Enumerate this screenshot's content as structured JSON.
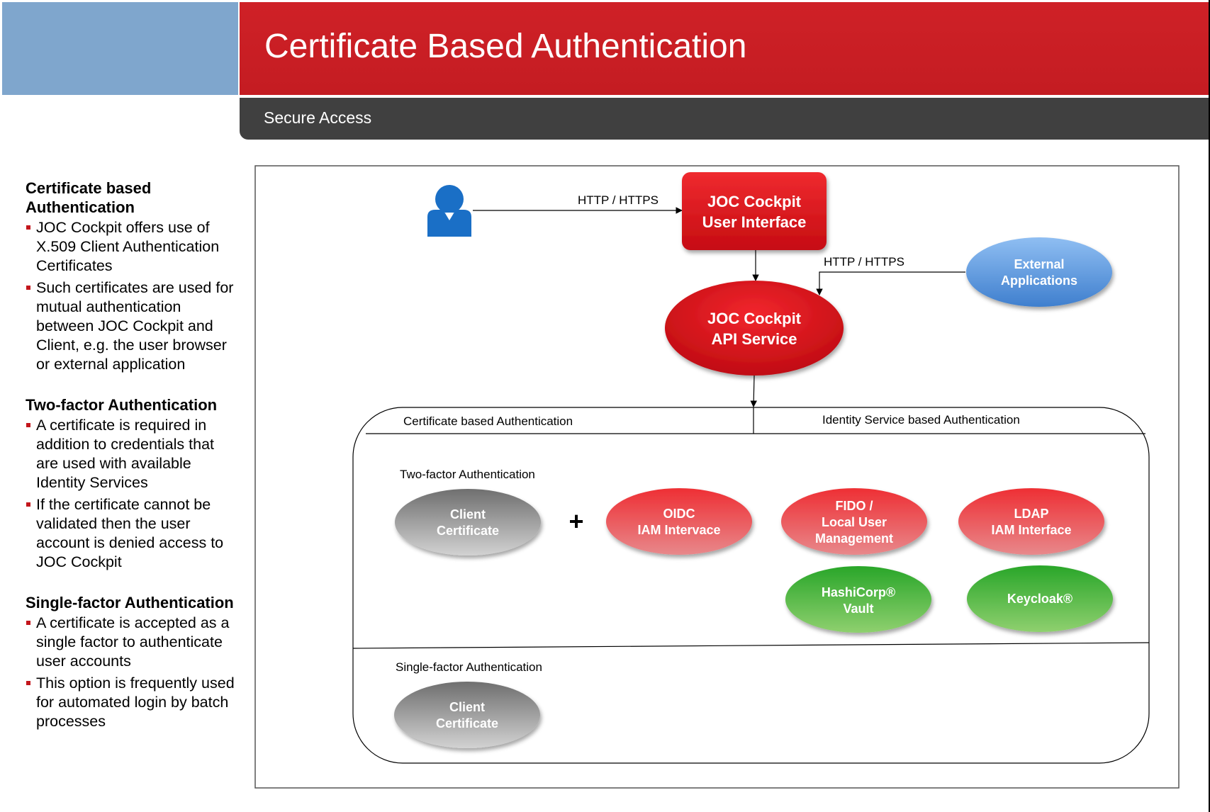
{
  "header": {
    "title": "Certificate Based Authentication",
    "subtitle": "Secure Access"
  },
  "sidebar": {
    "sections": [
      {
        "title_lines": [
          "Certificate based",
          "Authentication"
        ],
        "bullets": [
          [
            "JOC Cockpit offers use of",
            "X.509 Client Authentication",
            "Certificates"
          ],
          [
            "Such certificates are used for",
            "mutual authentication",
            "between JOC Cockpit and",
            "Client, e.g. the user browser",
            "or external application"
          ]
        ]
      },
      {
        "title_lines": [
          "Two-factor Authentication"
        ],
        "bullets": [
          [
            "A certificate is required in",
            "addition to credentials that",
            "are used with available",
            "Identity Services"
          ],
          [
            "If the certificate cannot be",
            "validated then the user",
            "account is denied access to",
            "JOC Cockpit"
          ]
        ]
      },
      {
        "title_lines": [
          "Single-factor Authentication"
        ],
        "bullets": [
          [
            "A certificate is accepted as a",
            "single factor to authenticate",
            "user accounts"
          ],
          [
            "This option is frequently used",
            "for automated login by batch",
            "processes"
          ]
        ]
      }
    ]
  },
  "diagram": {
    "user_icon": "user-icon",
    "edge_labels": {
      "user_to_ui": "HTTP / HTTPS",
      "external_to_api": "HTTP / HTTPS"
    },
    "nodes": {
      "joc_ui": [
        "JOC Cockpit",
        "User Interface"
      ],
      "joc_api": [
        "JOC Cockpit",
        "API Service"
      ],
      "external": [
        "External",
        "Applications"
      ],
      "client_cert_2fa": [
        "Client",
        "Certificate"
      ],
      "oidc": [
        "OIDC",
        "IAM Intervace"
      ],
      "fido": [
        "FIDO /",
        "Local User",
        "Management"
      ],
      "ldap": [
        "LDAP",
        "IAM Interface"
      ],
      "hashicorp": [
        "HashiCorp®",
        "Vault"
      ],
      "keycloak": [
        "Keycloak®"
      ],
      "client_cert_1fa": [
        "Client",
        "Certificate"
      ]
    },
    "plus_sign": "+",
    "column_headers": {
      "left": "Certificate based Authentication",
      "right": "Identity Service based Authentication"
    },
    "sections": {
      "two_factor": "Two-factor Authentication",
      "single_factor": "Single-factor Authentication"
    },
    "colors": {
      "red_node": "#d9161d",
      "light_red_node": "#e8585d",
      "blue_node": "#5d9ae0",
      "green_node": "#55b747",
      "gray_node": "#9a9a9a"
    }
  }
}
